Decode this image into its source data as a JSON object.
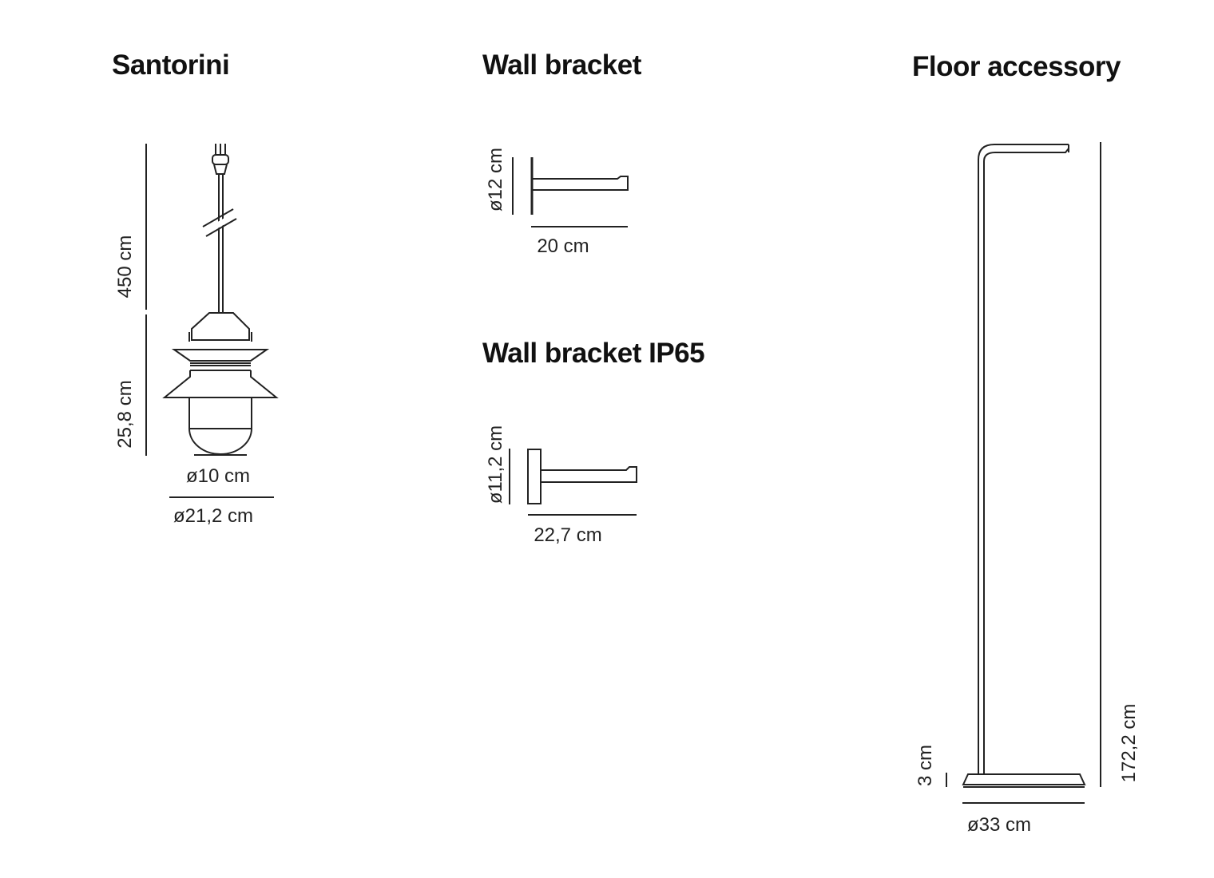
{
  "products": {
    "santorini": {
      "title": "Santorini",
      "dims": {
        "cable_height": "450 cm",
        "lamp_height": "25,8 cm",
        "diffuser_diameter": "ø10 cm",
        "shade_diameter": "ø21,2 cm"
      }
    },
    "wall_bracket": {
      "title": "Wall bracket",
      "dims": {
        "plate_diameter": "ø12 cm",
        "depth": "20 cm"
      }
    },
    "wall_bracket_ip65": {
      "title": "Wall bracket IP65",
      "dims": {
        "plate_diameter": "ø11,2 cm",
        "depth": "22,7 cm"
      }
    },
    "floor_accessory": {
      "title": "Floor accessory",
      "dims": {
        "base_height": "3 cm",
        "total_height": "172,2 cm",
        "base_diameter": "ø33 cm"
      }
    }
  },
  "colors": {
    "line": "#222222",
    "text": "#111111",
    "background": "#ffffff"
  }
}
